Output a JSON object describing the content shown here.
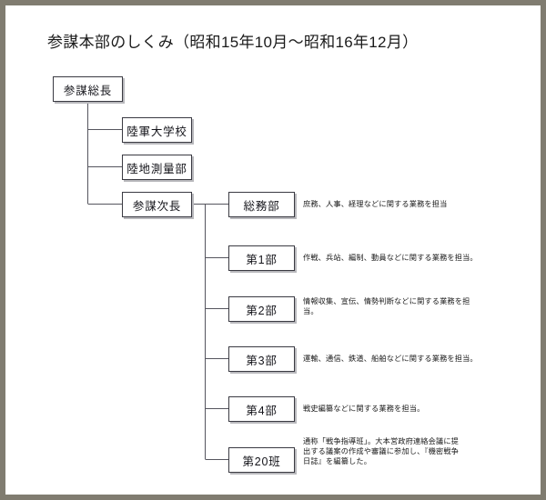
{
  "page": {
    "frame_color": "#807c70",
    "background": "#ffffff",
    "box_border_color": "#3a3a42",
    "box_shadow_color": "#b8b8bc",
    "line_color": "#55555e"
  },
  "title": "参謀本部のしくみ（昭和15年10月～昭和16年12月）",
  "nodes": {
    "chief": {
      "label": "参謀総長"
    },
    "war_college": {
      "label": "陸軍大学校"
    },
    "land_survey": {
      "label": "陸地測量部"
    },
    "vice_chief": {
      "label": "参謀次長"
    },
    "general_affairs": {
      "label": "総務部"
    },
    "bureau1": {
      "label": "第1部"
    },
    "bureau2": {
      "label": "第2部"
    },
    "bureau3": {
      "label": "第3部"
    },
    "bureau4": {
      "label": "第4部"
    },
    "section20": {
      "label": "第20班"
    }
  },
  "descriptions": {
    "general_affairs": "庶務、人事、経理などに関する業務を担当",
    "bureau1": "作戦、兵站、編制、動員などに関する業務を担当。",
    "bureau2": "情報収集、宣伝、情勢判断などに関する業務を担当。",
    "bureau3": "運輸、通信、鉄道、船舶などに関する業務を担当。",
    "bureau4": "戦史編纂などに関する業務を担当。",
    "section20": "通称「戦争指導班」。大本営政府連絡会議に提出する議案の作成や審議に参加し、『機密戦争日誌』を編纂した。"
  }
}
